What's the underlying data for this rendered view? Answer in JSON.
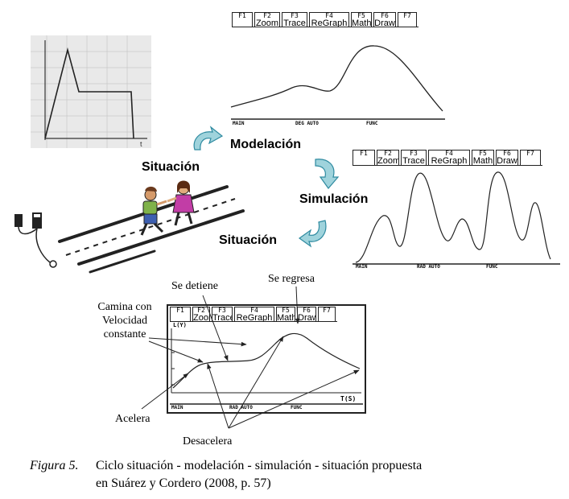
{
  "stages": {
    "modelacion": "Modelación",
    "simulacion": "Simulación",
    "situacion_top": "Situación",
    "situacion_bottom": "Situación"
  },
  "calculator": {
    "toolbar": [
      {
        "key": "F1",
        "label": ""
      },
      {
        "key": "F2",
        "label": "Zoom"
      },
      {
        "key": "F3",
        "label": "Trace"
      },
      {
        "key": "F4",
        "label": "ReGraph"
      },
      {
        "key": "F5",
        "label": "Math"
      },
      {
        "key": "F6",
        "label": "Draw"
      },
      {
        "key": "F7",
        "label": ""
      }
    ],
    "status_model": {
      "left": "MAIN",
      "mid": "DEG AUTO",
      "right": "FUNC"
    },
    "status_sim": {
      "left": "MAIN",
      "mid": "RAD AUTO",
      "right": "FUNC"
    },
    "status_bottom": {
      "left": "MAIN",
      "mid": "RAD AUTO",
      "right": "FUNC"
    },
    "axis_y_label": "L(Y)",
    "axis_x_label": "T(S)"
  },
  "annotations": {
    "camina": [
      "Camina con",
      "Velocidad",
      "constante"
    ],
    "se_detiene": "Se detiene",
    "se_regresa": "Se regresa",
    "acelera": "Acelera",
    "desacelera": "Desacelera"
  },
  "sketch": {
    "t_label": "t"
  },
  "caption": {
    "figure": "Figura 5.",
    "line1": "Ciclo situación - modelación - simulación - situación propuesta",
    "line2": "en Suárez y Cordero (2008, p. 57)"
  },
  "colors": {
    "arrow_fill": "#9fd3dc",
    "arrow_stroke": "#2e8aa0",
    "sketch_bg": "#e9e9e9",
    "grid": "#c8c8c8"
  }
}
